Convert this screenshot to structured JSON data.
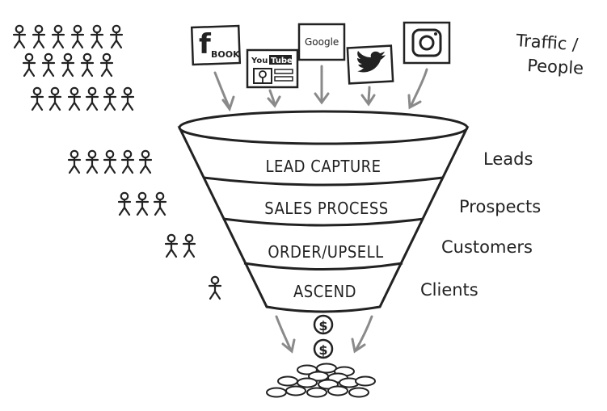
{
  "social": {
    "facebook": "BOOK",
    "youtube_you": "You",
    "youtube_tube": "Tube",
    "google": "Google",
    "twitter_icon": "twitter-bird-icon",
    "instagram_icon": "instagram-camera-icon"
  },
  "side_labels": {
    "traffic_line1": "Traffic /",
    "traffic_line2": "People",
    "leads": "Leads",
    "prospects": "Prospects",
    "customers": "Customers",
    "clients": "Clients"
  },
  "stages": {
    "lead_capture": "LEAD CAPTURE",
    "sales_process": "SALES PROCESS",
    "order_upsell": "ORDER/UPSELL",
    "ascend": "ASCEND"
  },
  "dollar_symbol": "$",
  "people_counts": {
    "traffic": 17,
    "leads": 5,
    "prospects": 3,
    "customers": 2,
    "clients": 1
  },
  "colors": {
    "ink": "#222222",
    "arrow": "#8a8a8a",
    "background": "#ffffff"
  }
}
